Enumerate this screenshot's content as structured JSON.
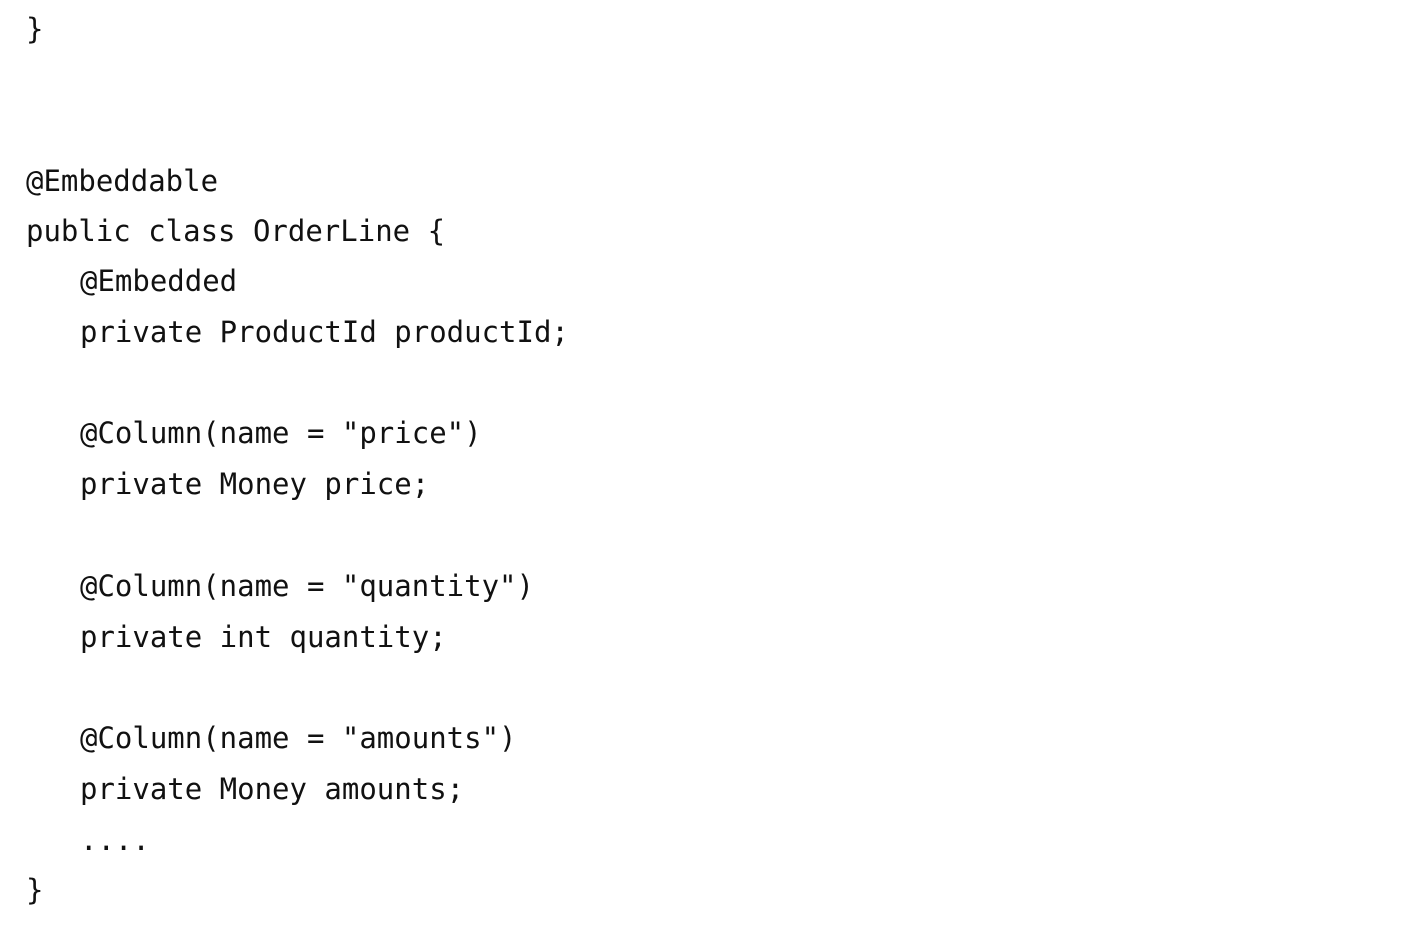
{
  "code": {
    "lines": [
      "}",
      "@Embeddable",
      "public class OrderLine {",
      "@Embedded",
      "private ProductId productId;",
      "@Column(name = \"price\")",
      "private Money price;",
      "@Column(name = \"quantity\")",
      "private int quantity;",
      "@Column(name = \"amounts\")",
      "private Money amounts;",
      "....",
      "}"
    ]
  }
}
